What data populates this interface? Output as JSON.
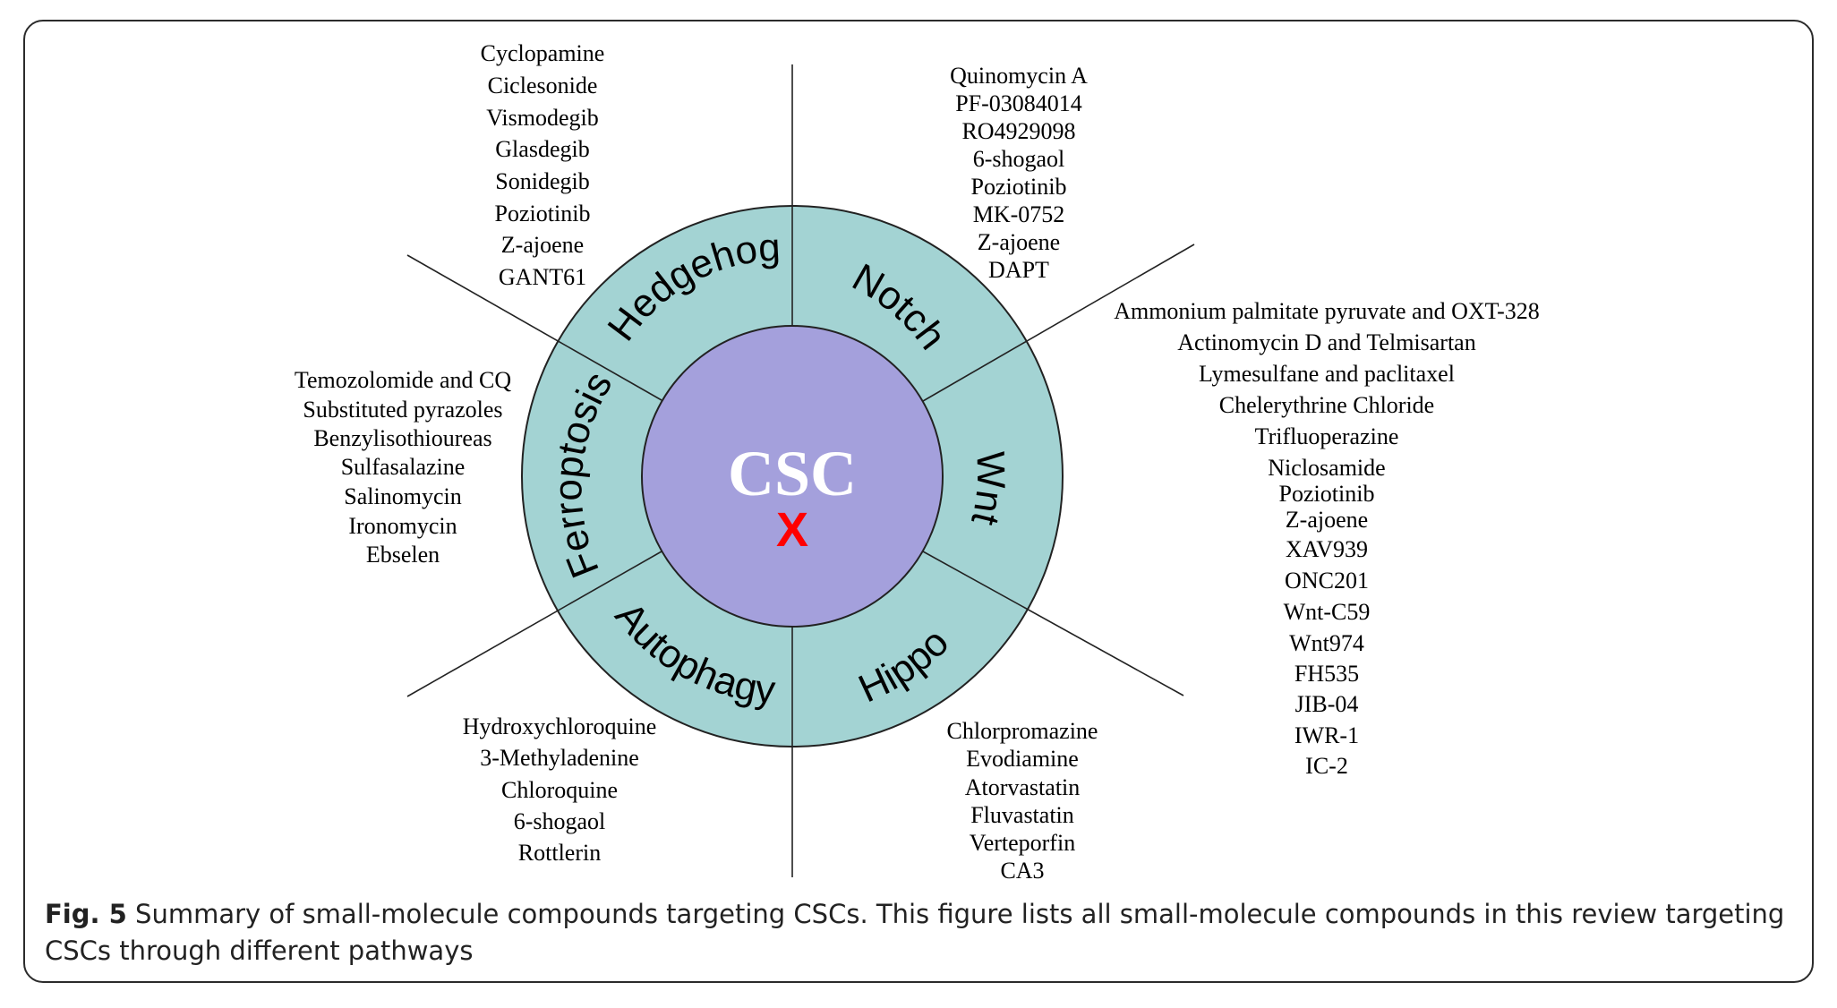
{
  "center": {
    "label": "CSC",
    "mark": "X"
  },
  "colors": {
    "outer_ring": "#a3d3d3",
    "inner_circle": "#a4a0dc",
    "center_text": "#ffffff",
    "mark": "#ff0000",
    "lines": "#222222"
  },
  "pathways": [
    {
      "id": "hedgehog",
      "label": "Hedgehog",
      "compounds": [
        "Cyclopamine",
        "Ciclesonide",
        "Vismodegib",
        "Glasdegib",
        "Sonidegib",
        "Poziotinib",
        "Z-ajoene",
        "GANT61"
      ]
    },
    {
      "id": "notch",
      "label": "Notch",
      "compounds": [
        "Quinomycin A",
        "PF-03084014",
        "RO4929098",
        "6-shogaol",
        "Poziotinib",
        "MK-0752",
        "Z-ajoene",
        "DAPT"
      ]
    },
    {
      "id": "wnt",
      "label": "Wnt",
      "compounds": [
        "Ammonium palmitate pyruvate and OXT-328",
        "Actinomycin D and Telmisartan",
        "Lymesulfane and paclitaxel",
        "Chelerythrine Chloride",
        "Trifluoperazine",
        "Niclosamide",
        "Poziotinib",
        "Z-ajoene",
        "XAV939",
        "ONC201",
        "Wnt-C59",
        "Wnt974",
        "FH535",
        "JIB-04",
        "IWR-1",
        "IC-2"
      ]
    },
    {
      "id": "hippo",
      "label": "Hippo",
      "compounds": [
        "Chlorpromazine",
        "Evodiamine",
        "Atorvastatin",
        "Fluvastatin",
        "Verteporfin",
        "CA3"
      ]
    },
    {
      "id": "autophagy",
      "label": "Autophagy",
      "compounds": [
        "Hydroxychloroquine",
        "3-Methyladenine",
        "Chloroquine",
        "6-shogaol",
        "Rottlerin"
      ]
    },
    {
      "id": "ferroptosis",
      "label": "Ferroptosis",
      "compounds": [
        "Temozolomide and CQ",
        "Substituted pyrazoles",
        "Benzylisothioureas",
        "Sulfasalazine",
        "Salinomycin",
        "Ironomycin",
        "Ebselen"
      ]
    }
  ],
  "caption": {
    "figure_label": "Fig. 5",
    "text": "Summary of small-molecule compounds targeting CSCs. This figure lists all small-molecule compounds in this review targeting CSCs through different pathways"
  }
}
